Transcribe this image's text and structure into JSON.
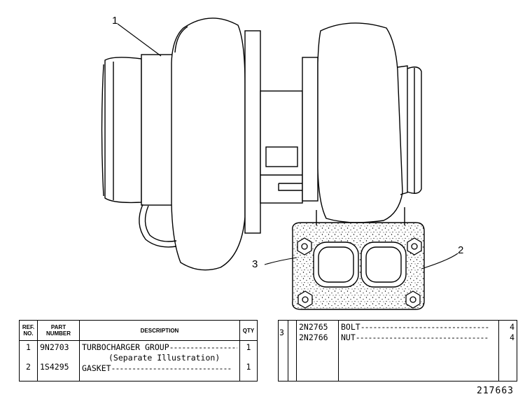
{
  "callouts": [
    "1",
    "2",
    "3"
  ],
  "left_table": {
    "headers": {
      "ref": "REF. NO.",
      "part": "PART NUMBER",
      "desc": "DESCRIPTION",
      "qty": "QTY"
    },
    "rows": [
      {
        "ref": "1",
        "part": "9N2703",
        "desc": "TURBOCHARGER GROUP",
        "desc_sub": "(Separate Illustration)",
        "qty": "1"
      },
      {
        "ref": "2",
        "part": "1S4295",
        "desc": "GASKET",
        "qty": "1"
      }
    ]
  },
  "right_table": {
    "ref": "3",
    "rows": [
      {
        "part": "2N2765",
        "desc": "BOLT",
        "qty": "4"
      },
      {
        "part": "2N2766",
        "desc": "NUT",
        "qty": "4"
      }
    ]
  },
  "figure_number": "217663"
}
